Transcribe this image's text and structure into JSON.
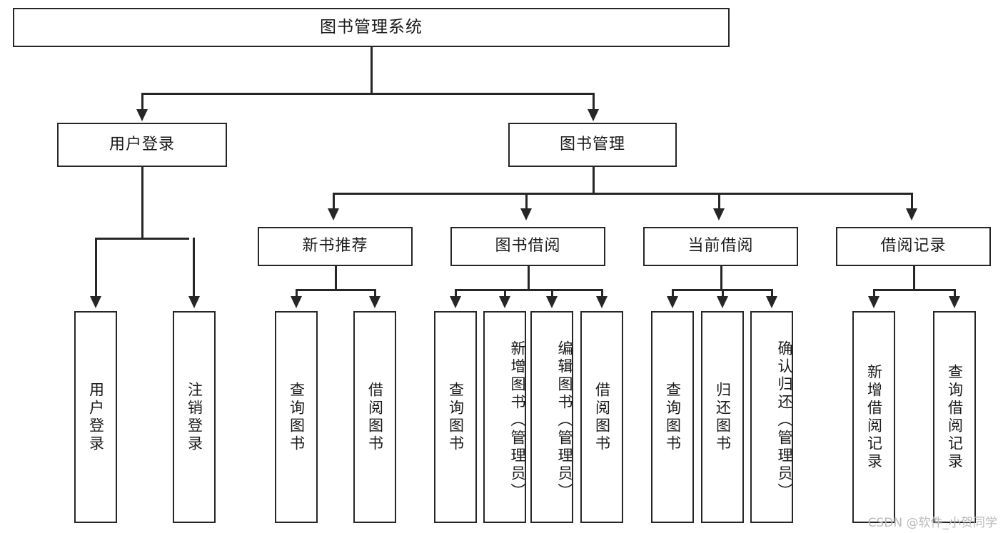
{
  "diagram": {
    "type": "tree-hierarchy",
    "title": "图书管理系统",
    "watermark": "CSDN @软件_小贺同学",
    "colors": {
      "line": "#262626",
      "box_fill": "#ffffff",
      "text": "#1a1a1a",
      "watermark": "#b9b9b9"
    },
    "root": {
      "label": "图书管理系统"
    },
    "level2": [
      {
        "label": "用户登录"
      },
      {
        "label": "图书管理"
      }
    ],
    "level3": [
      {
        "label": "新书推荐"
      },
      {
        "label": "图书借阅"
      },
      {
        "label": "当前借阅"
      },
      {
        "label": "借阅记录"
      }
    ],
    "leaves": {
      "user_login": [
        {
          "label": "用户登录"
        },
        {
          "label": "注销登录"
        }
      ],
      "new_book": [
        {
          "label": "查询图书"
        },
        {
          "label": "借阅图书"
        }
      ],
      "book_borrow": [
        {
          "label": "查询图书"
        },
        {
          "label": "新增图书（管理员）"
        },
        {
          "label": "编辑图书（管理员）"
        },
        {
          "label": "借阅图书"
        }
      ],
      "current_borrow": [
        {
          "label": "查询图书"
        },
        {
          "label": "归还图书"
        },
        {
          "label": "确认归还（管理员）"
        }
      ],
      "borrow_record": [
        {
          "label": "新增借阅记录"
        },
        {
          "label": "查询借阅记录"
        }
      ]
    }
  }
}
